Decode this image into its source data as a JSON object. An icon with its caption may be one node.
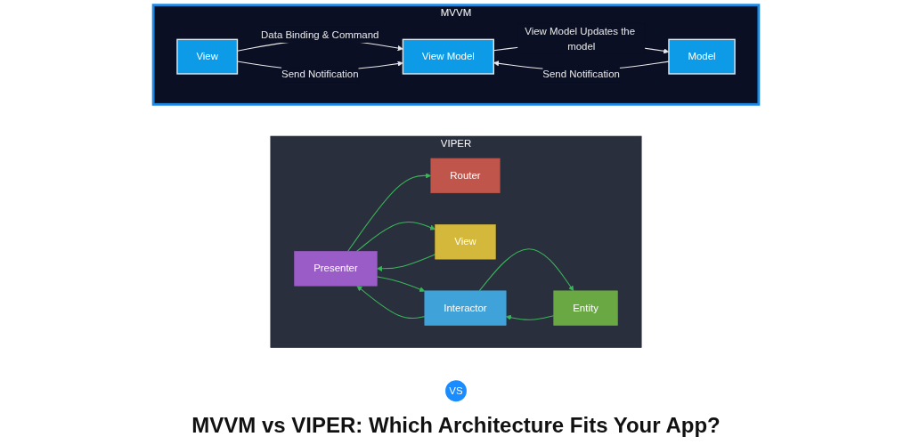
{
  "diagram": {
    "title": "MVVM vs VIPER: Which Architecture Fits Your App?",
    "nodes": [
      {
        "text": [
          "MVVM"
        ]
      },
      {
        "text": [
          "View"
        ],
        "in": 0
      },
      {
        "text": [
          "View Model"
        ],
        "in": 0
      },
      {
        "text": [
          "Model"
        ],
        "in": 0
      },
      {
        "text": [
          "VS"
        ]
      },
      {
        "text": [
          "VIPER"
        ]
      },
      {
        "text": [
          "Router"
        ],
        "in": 5
      },
      {
        "text": [
          "View"
        ],
        "in": 5
      },
      {
        "text": [
          "Presenter"
        ],
        "in": 5
      },
      {
        "text": [
          "Interactor"
        ],
        "in": 5
      },
      {
        "text": [
          "Entity"
        ],
        "in": 5
      }
    ],
    "edges": [
      {
        "from": 1,
        "to": 2,
        "arrow": "to",
        "label": "Data Binding & Command",
        "color": "#e8e8e8"
      },
      {
        "from": 2,
        "to": 3,
        "arrow": "to",
        "label": "View Model Updates the model",
        "color": "#e8e8e8"
      },
      {
        "from": 1,
        "to": 2,
        "arrow": "to",
        "label": "Send Notification",
        "color": "#e8e8e8"
      },
      {
        "from": 3,
        "to": 2,
        "arrow": "to",
        "label": "Send Notification",
        "color": "#e8e8e8"
      },
      {
        "from": 8,
        "to": 6,
        "arrow": "to"
      },
      {
        "from": 7,
        "to": 8,
        "arrow": "to"
      },
      {
        "from": 8,
        "to": 7,
        "arrow": "to"
      },
      {
        "from": 8,
        "to": 9,
        "arrow": "to"
      },
      {
        "from": 9,
        "to": 8,
        "arrow": "to"
      },
      {
        "from": 9,
        "to": 10,
        "arrow": "to"
      },
      {
        "from": 10,
        "to": 9,
        "arrow": "to"
      }
    ]
  }
}
